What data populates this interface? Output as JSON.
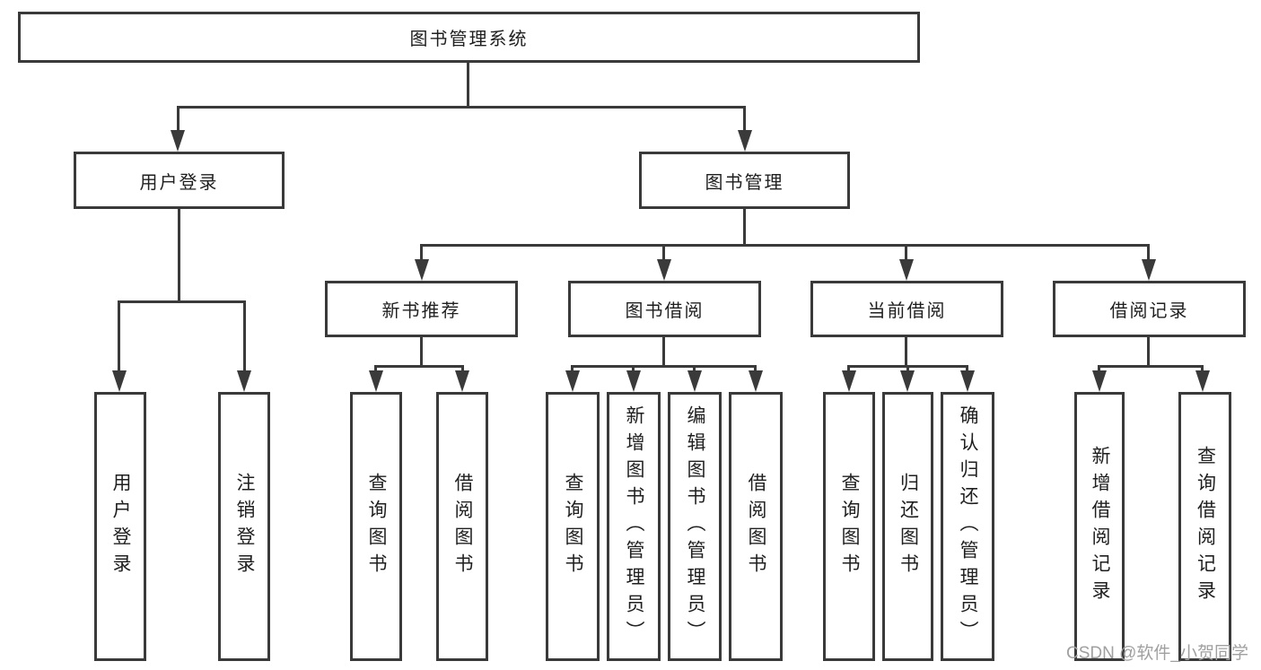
{
  "tree": {
    "root": {
      "label": "图书管理系统"
    },
    "children": [
      {
        "label": "用户登录",
        "children": [
          {
            "label": "用户登录"
          },
          {
            "label": "注销登录"
          }
        ]
      },
      {
        "label": "图书管理",
        "children": [
          {
            "label": "新书推荐",
            "children": [
              {
                "label": "查询图书"
              },
              {
                "label": "借阅图书"
              }
            ]
          },
          {
            "label": "图书借阅",
            "children": [
              {
                "label": "查询图书"
              },
              {
                "label": "新增图书（管理员）"
              },
              {
                "label": "编辑图书（管理员）"
              },
              {
                "label": "借阅图书"
              }
            ]
          },
          {
            "label": "当前借阅",
            "children": [
              {
                "label": "查询图书"
              },
              {
                "label": "归还图书"
              },
              {
                "label": "确认归还（管理员）"
              }
            ]
          },
          {
            "label": "借阅记录",
            "children": [
              {
                "label": "新增借阅记录"
              },
              {
                "label": "查询借阅记录"
              }
            ]
          }
        ]
      }
    ]
  },
  "watermark": "CSDN @软件_小贺同学",
  "colors": {
    "line": "#3a3a3a",
    "text": "#1f1f1f",
    "watermark": "#a0a0a0",
    "background": "#ffffff"
  }
}
